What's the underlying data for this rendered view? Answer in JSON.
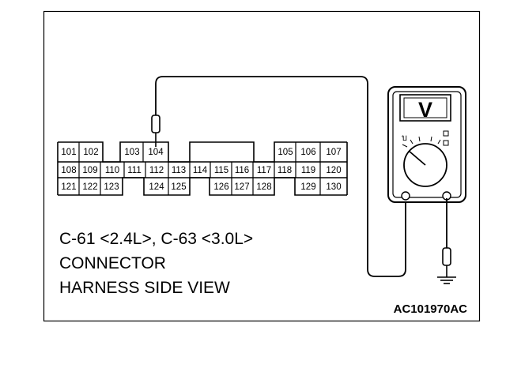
{
  "connector": {
    "pins": [
      "101",
      "102",
      "103",
      "104",
      "105",
      "106",
      "107",
      "108",
      "109",
      "110",
      "111",
      "112",
      "113",
      "114",
      "115",
      "116",
      "117",
      "118",
      "119",
      "120",
      "121",
      "122",
      "123",
      "124",
      "125",
      "126",
      "127",
      "128",
      "129",
      "130"
    ]
  },
  "caption": {
    "line1": "C-61 <2.4L>, C-63 <3.0L>",
    "line2": "CONNECTOR",
    "line3": "HARNESS SIDE VIEW"
  },
  "figure_id": "AC101970AC",
  "meter": {
    "display_symbol": "V",
    "mode_mark": "บ"
  },
  "colors": {
    "line": "#000000",
    "background": "#ffffff"
  }
}
